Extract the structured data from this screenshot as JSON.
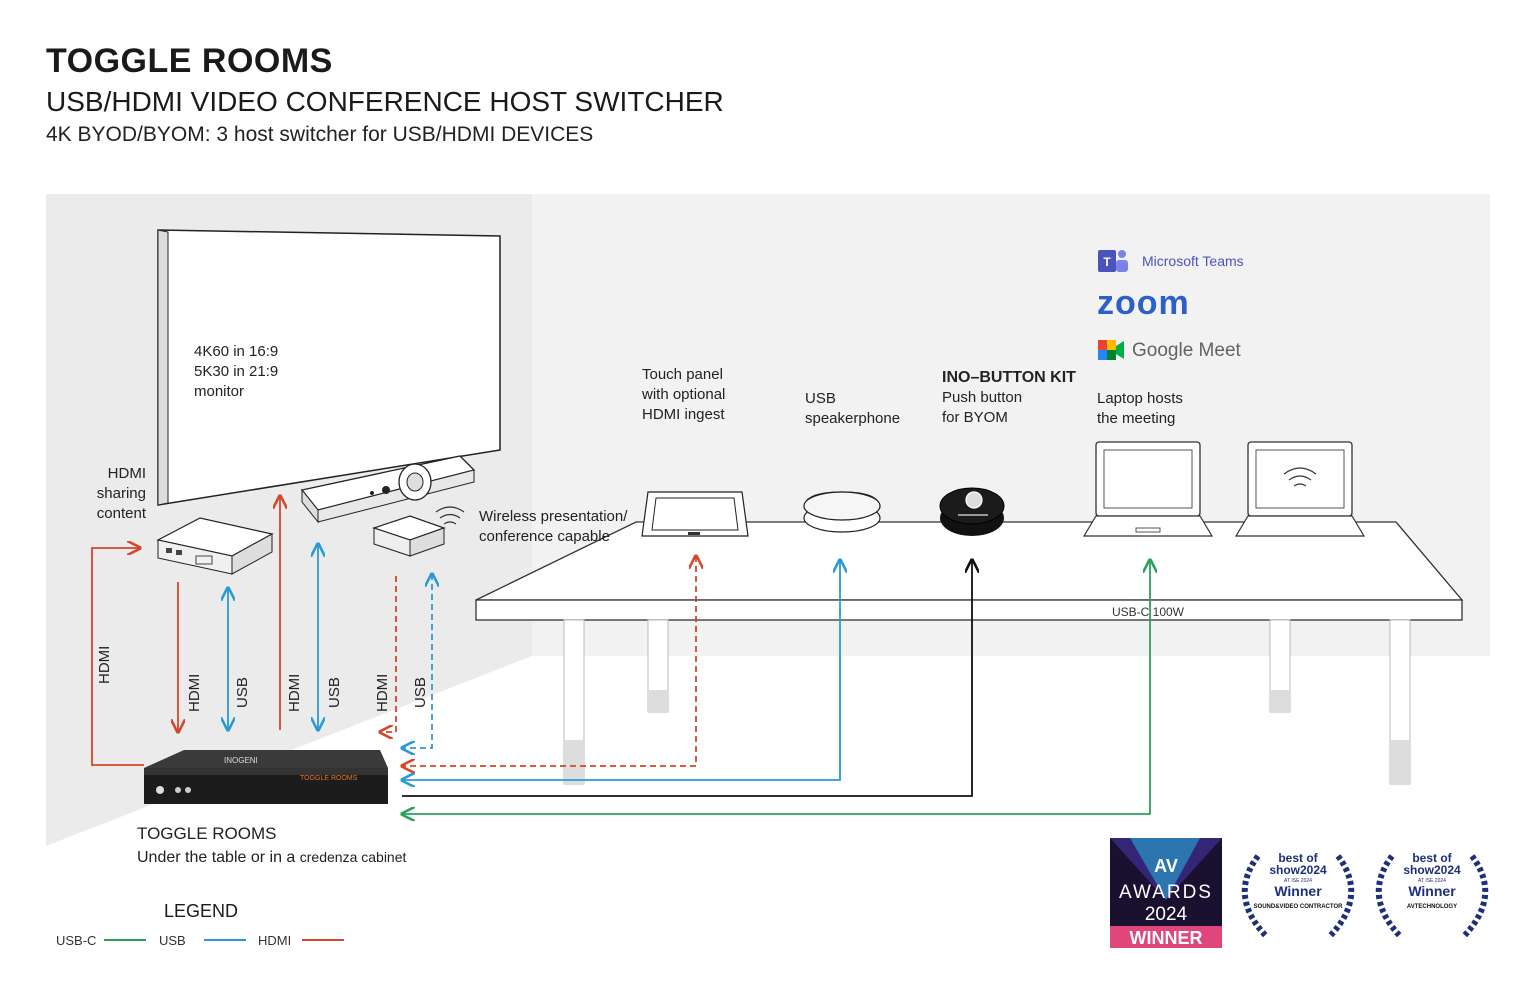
{
  "header": {
    "title": "TOGGLE ROOMS",
    "subtitle": "USB/HDMI VIDEO CONFERENCE HOST SWITCHER",
    "tagline": "4K BYOD/BYOM: 3 host switcher for USB/HDMI DEVICES"
  },
  "monitor": {
    "line1": "4K60 in 16:9",
    "line2": "5K30 in 21:9",
    "line3": "monitor"
  },
  "hdmi_sharing": {
    "line1": "HDMI",
    "line2": "sharing",
    "line3": "content"
  },
  "wireless": {
    "line1": "Wireless presentation/",
    "line2": "conference capable"
  },
  "touch_panel": {
    "line1": "Touch panel",
    "line2": "with optional",
    "line3": "HDMI ingest"
  },
  "speakerphone": {
    "line1": "USB",
    "line2": "speakerphone"
  },
  "ino_button": {
    "title": "INO–BUTTON KIT",
    "line1": "Push button",
    "line2": "for BYOM"
  },
  "laptop": {
    "line1": "Laptop hosts",
    "line2": "the meeting"
  },
  "platforms": {
    "teams": "Microsoft Teams",
    "zoom": "zoom",
    "meet": "Google Meet"
  },
  "table_label": "USB-C 100W",
  "cable_labels": {
    "hdmi": "HDMI",
    "usb": "USB"
  },
  "device": {
    "name": "TOGGLE ROOMS",
    "description_a": "Under the table or in a ",
    "description_b": "credenza cabinet",
    "brand_text": "INOGENI",
    "model_text": "TOGGLE ROOMS"
  },
  "legend": {
    "title": "LEGEND",
    "items": [
      {
        "label": "USB-C",
        "color": "#2aa35a"
      },
      {
        "label": "USB",
        "color": "#2a9ad6"
      },
      {
        "label": "HDMI",
        "color": "#d4472b"
      }
    ]
  },
  "awards": {
    "av_awards": {
      "line1": "AV",
      "line2": "AWARDS",
      "line3": "2024",
      "line4": "WINNER"
    },
    "bos1": {
      "line1": "best of",
      "line2": "show2024",
      "line3": "AT ISE 2024",
      "line4": "Winner",
      "line5": "SOUND&VIDEO CONTRACTOR"
    },
    "bos2": {
      "line1": "best of",
      "line2": "show2024",
      "line3": "AT ISE 2024",
      "line4": "Winner",
      "line5": "AVTECHNOLOGY"
    }
  },
  "colors": {
    "usbc": "#2aa35a",
    "usb": "#2a9ad6",
    "hdmi": "#d4472b",
    "black": "#111111",
    "backdrop": "#f2f2f2"
  }
}
